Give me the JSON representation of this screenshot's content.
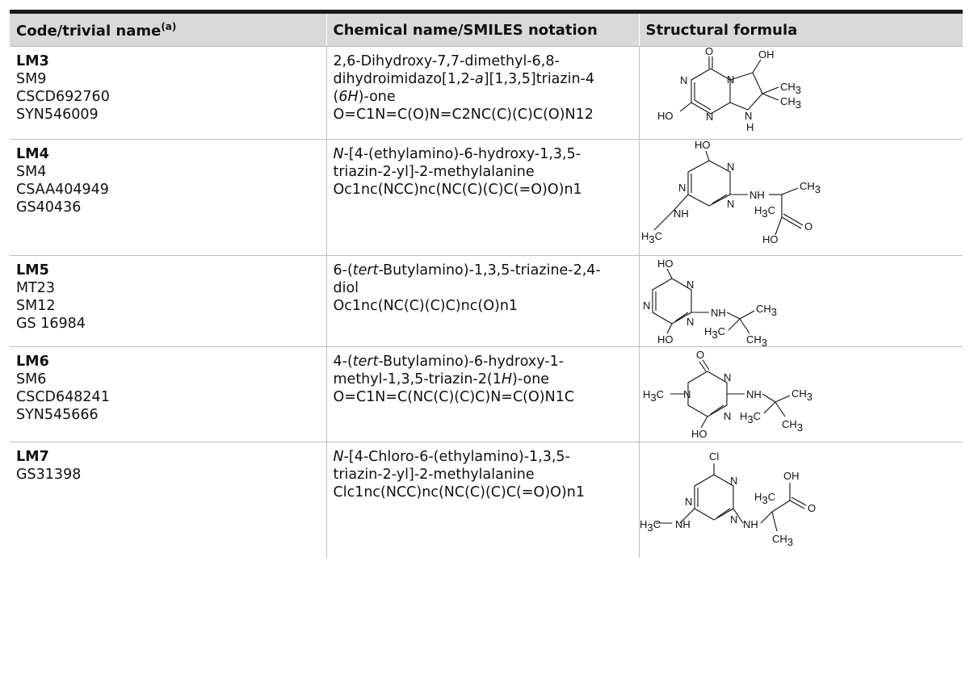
{
  "table": {
    "headers": {
      "code": "Code/trivial name",
      "code_sup": "(a)",
      "chemical": "Chemical name/SMILES notation",
      "structure": "Structural formula"
    },
    "rows": [
      {
        "code": "LM3",
        "aliases": [
          "SM9",
          "CSCD692760",
          "SYN546009"
        ],
        "chem_lines": [
          [
            {
              "t": "2,6-Dihydroxy-7,7-dimethyl-6,8-"
            }
          ],
          [
            {
              "t": "dihydroimidazo[1,2-"
            },
            {
              "t": "a",
              "i": true
            },
            {
              "t": "][1,3,5]triazin-4"
            }
          ],
          [
            {
              "t": "("
            },
            {
              "t": "6H",
              "i": true
            },
            {
              "t": ")-one"
            }
          ],
          [
            {
              "t": "O=C1N=C(O)N=C2NC(C)(C)C(O)N12"
            }
          ]
        ]
      },
      {
        "code": "LM4",
        "aliases": [
          "SM4",
          "CSAA404949",
          "GS40436"
        ],
        "chem_lines": [
          [
            {
              "t": "N",
              "i": true
            },
            {
              "t": "-[4-(ethylamino)-6-hydroxy-1,3,5-"
            }
          ],
          [
            {
              "t": "triazin-2-yl]-2-methylalanine"
            }
          ],
          [
            {
              "t": "Oc1nc(NCC)nc(NC(C)(C)C(=O)O)n1"
            }
          ]
        ]
      },
      {
        "code": "LM5",
        "aliases": [
          "MT23",
          "SM12",
          "GS 16984"
        ],
        "chem_lines": [
          [
            {
              "t": "6-("
            },
            {
              "t": "tert",
              "i": true
            },
            {
              "t": "-Butylamino)-1,3,5-triazine-2,4-"
            }
          ],
          [
            {
              "t": "diol"
            }
          ],
          [
            {
              "t": "Oc1nc(NC(C)(C)C)nc(O)n1"
            }
          ]
        ]
      },
      {
        "code": "LM6",
        "aliases": [
          "SM6",
          "CSCD648241",
          "SYN545666"
        ],
        "chem_lines": [
          [
            {
              "t": "4-("
            },
            {
              "t": "tert",
              "i": true
            },
            {
              "t": "-Butylamino)-6-hydroxy-1-"
            }
          ],
          [
            {
              "t": "methyl-1,3,5-triazin-2(1"
            },
            {
              "t": "H",
              "i": true
            },
            {
              "t": ")-one"
            }
          ],
          [
            {
              "t": "O=C1N=C(NC(C)(C)C)N=C(O)N1C"
            }
          ]
        ]
      },
      {
        "code": "LM7",
        "aliases": [
          "GS31398"
        ],
        "chem_lines": [
          [
            {
              "t": "N",
              "i": true
            },
            {
              "t": "-[4-Chloro-6-(ethylamino)-1,3,5-"
            }
          ],
          [
            {
              "t": "triazin-2-yl]-2-methylalanine"
            }
          ],
          [
            {
              "t": "Clc1nc(NCC)nc(NC(C)(C)C(=O)O)n1"
            }
          ]
        ]
      }
    ]
  },
  "structure_labels": {
    "lm3": {
      "o": "O",
      "oh": "OH",
      "n1": "N",
      "n2": "N",
      "n3": "N",
      "n4": "N",
      "ho": "HO",
      "h": "H",
      "ch3a": "CH",
      "ch3b": "CH",
      "sub": "3"
    },
    "lm4": {
      "ho": "HO",
      "n1": "N",
      "n2": "N",
      "n3": "N",
      "nh1": "NH",
      "nh2": "NH",
      "ch3": "CH",
      "h3c1": "H",
      "h3c1b": "C",
      "o": "O",
      "ho2": "HO",
      "h3c2": "H",
      "h3c2b": "C",
      "sub": "3"
    },
    "lm5": {
      "ho1": "HO",
      "n1": "N",
      "n2": "N",
      "n3": "N",
      "nh": "NH",
      "ch3a": "CH",
      "ho2": "HO",
      "h3c": "H",
      "h3cb": "C",
      "ch3b": "CH",
      "sub": "3"
    },
    "lm6": {
      "o": "O",
      "n1": "N",
      "n2": "N",
      "n3": "N",
      "h3c": "H",
      "h3cb": "C",
      "nh": "NH",
      "ch3a": "CH",
      "ho": "HO",
      "h3c2": "H",
      "h3c2b": "C",
      "ch3b": "CH",
      "sub": "3"
    },
    "lm7": {
      "cl": "Cl",
      "n1": "N",
      "n2": "N",
      "n3": "N",
      "oh": "OH",
      "h3c1": "H",
      "h3c1b": "C",
      "o": "O",
      "h3c2": "H",
      "h3c2b": "C",
      "nh1": "NH",
      "nh2": "NH",
      "ch3": "CH",
      "sub": "3"
    }
  }
}
